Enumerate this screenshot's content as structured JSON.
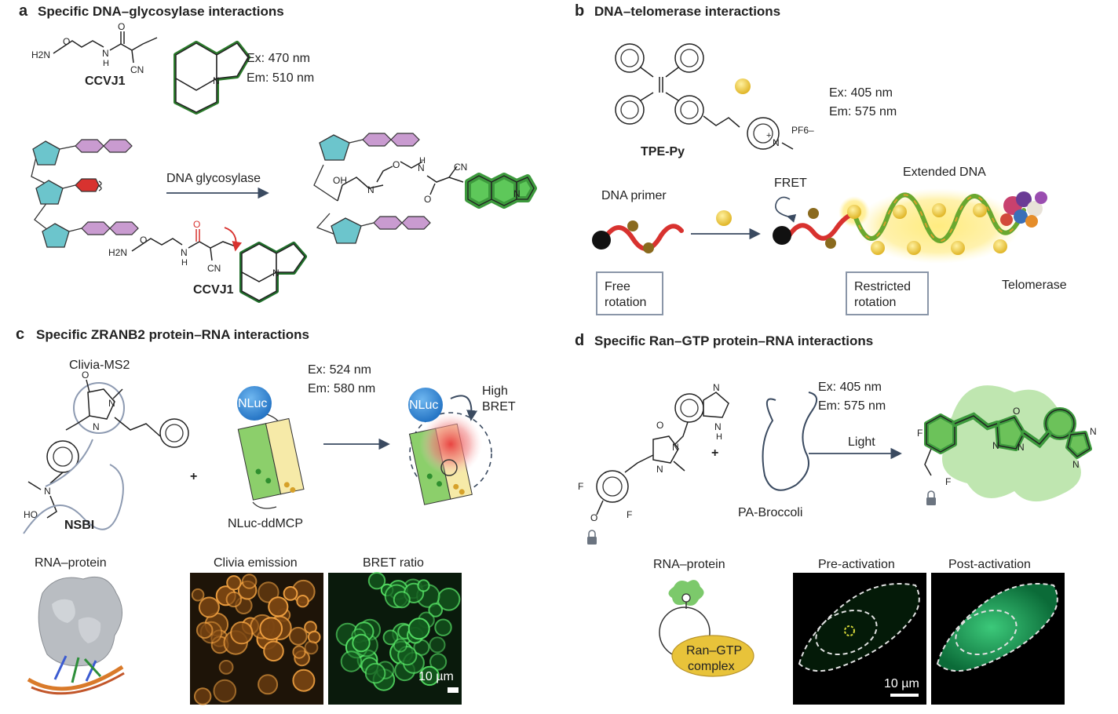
{
  "panel_a": {
    "letter": "a",
    "title": "Specific DNA–glycosylase interactions",
    "probe_name": "CCVJ1",
    "ex": "Ex: 470 nm",
    "em": "Em: 510 nm",
    "arrow_label": "DNA glycosylase",
    "atoms": {
      "h2n": "H2N",
      "o": "O",
      "n": "N",
      "h": "H",
      "cn": "CN",
      "oh": "OH"
    }
  },
  "panel_b": {
    "letter": "b",
    "title": "DNA–telomerase interactions",
    "probe_name": "TPE-Py",
    "counter_ion": "PF6–",
    "ex": "Ex: 405 nm",
    "em": "Em: 575 nm",
    "dna_primer": "DNA primer",
    "fret": "FRET",
    "extended_dna": "Extended DNA",
    "telomerase": "Telomerase",
    "free_rotation": [
      "Free",
      "rotation"
    ],
    "restricted_rotation": [
      "Restricted",
      "rotation"
    ]
  },
  "panel_c": {
    "letter": "c",
    "title": "Specific ZRANB2 protein–RNA interactions",
    "clivia": "Clivia-MS2",
    "probe_name": "NSBI",
    "ho": "HO",
    "plus": "+",
    "ex": "Ex: 524 nm",
    "em": "Em: 580 nm",
    "nluc": "NLuc",
    "nluc_ddmcp": "NLuc-ddMCP",
    "high_bret": [
      "High",
      "BRET"
    ],
    "rna_protein": "RNA–protein",
    "clivia_emission": "Clivia emission",
    "bret_ratio": "BRET ratio",
    "scale_bar": "10 µm"
  },
  "panel_d": {
    "letter": "d",
    "title": "Specific Ran–GTP protein–RNA interactions",
    "ex": "Ex: 405 nm",
    "em": "Em: 575 nm",
    "plus": "+",
    "light": "Light",
    "pa_broccoli": "PA-Broccoli",
    "rna_protein": "RNA–protein",
    "ran_gtp": [
      "Ran–GTP",
      "complex"
    ],
    "pre_activation": "Pre-activation",
    "post_activation": "Post-activation",
    "scale_bar": "10 µm"
  },
  "colors": {
    "green": "#3d9a3d",
    "green_light": "#7cc96b",
    "dark_green": "#1f6e2a",
    "teal": "#6cc5cc",
    "purple": "#c99bd0",
    "red": "#d8322f",
    "gold": "#e8c33a",
    "olive": "#8a6a1e",
    "navy": "#3a4a60"
  }
}
